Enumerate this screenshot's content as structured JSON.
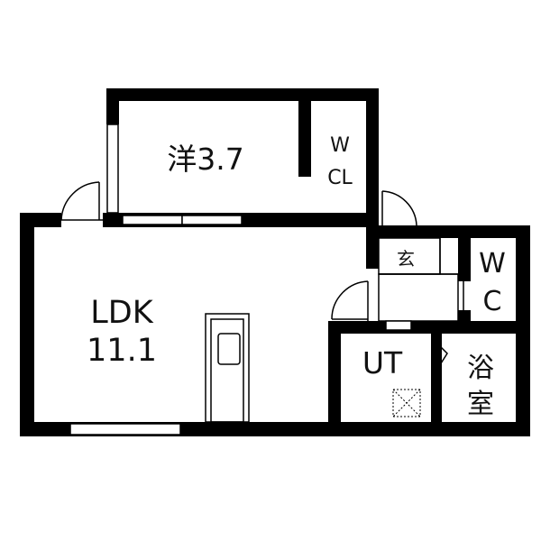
{
  "floorplan": {
    "rooms": {
      "western": {
        "label": "洋3.7"
      },
      "walk_in_closet": {
        "line1": "W",
        "line2": "CL"
      },
      "ldk": {
        "line1": "LDK",
        "line2": "11.1"
      },
      "entrance": {
        "label": "玄"
      },
      "toilet": {
        "line1": "W",
        "line2": "C"
      },
      "utility": {
        "label": "UT"
      },
      "bathroom": {
        "line1": "浴",
        "line2": "室"
      }
    }
  }
}
